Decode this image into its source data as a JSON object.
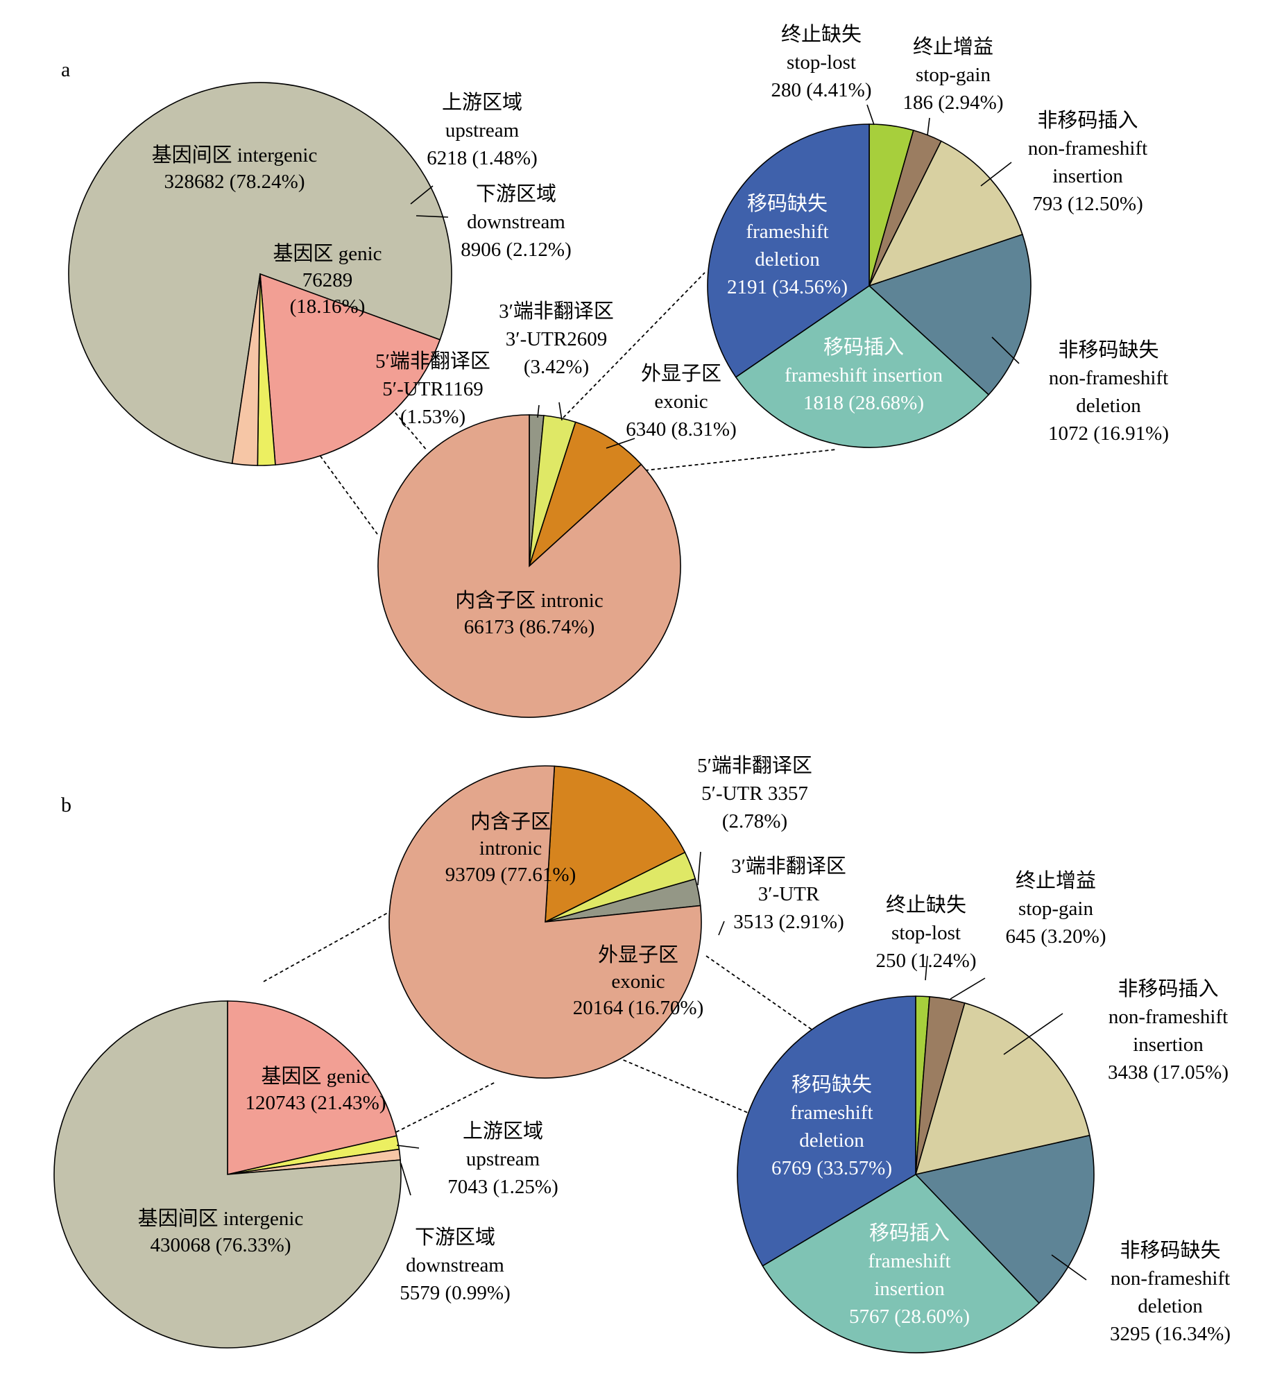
{
  "chart_data": [
    {
      "type": "pie",
      "panel": "a",
      "segments": [
        {
          "label_zh": "基因间区",
          "label_en": "intergenic",
          "value": 328682,
          "pct": "78.24%",
          "color": "#c3c2ac"
        },
        {
          "label_zh": "基因区",
          "label_en": "genic",
          "value": 76289,
          "pct": "18.16%",
          "color": "#f29f94"
        },
        {
          "label_zh": "上游区域",
          "label_en": "upstream",
          "value": 6218,
          "pct": "1.48%",
          "color": "#ecef61"
        },
        {
          "label_zh": "下游区域",
          "label_en": "downstream",
          "value": 8906,
          "pct": "2.12%",
          "color": "#f6c6a6"
        }
      ]
    },
    {
      "type": "pie",
      "panel": "a",
      "segments": [
        {
          "label_zh": "5′端非翻译区",
          "label_en": "5′-UTR1169",
          "value": 1169,
          "pct": "1.53%",
          "color": "#949786"
        },
        {
          "label_zh": "3′端非翻译区",
          "label_en": "3′-UTR2609",
          "value": 2609,
          "pct": "3.42%",
          "color": "#dfe866"
        },
        {
          "label_zh": "外显子区",
          "label_en": "exonic",
          "value": 6340,
          "pct": "8.31%",
          "color": "#d6841e"
        },
        {
          "label_zh": "内含子区",
          "label_en": "intronic",
          "value": 66173,
          "pct": "86.74%",
          "color": "#e3a68c"
        }
      ]
    },
    {
      "type": "pie",
      "panel": "a",
      "segments": [
        {
          "label_zh": "终止缺失",
          "label_en": "stop-lost",
          "value": 280,
          "pct": "4.41%",
          "color": "#a7cf3c"
        },
        {
          "label_zh": "终止增益",
          "label_en": "stop-gain",
          "value": 186,
          "pct": "2.94%",
          "color": "#9b7d61"
        },
        {
          "label_zh": "非移码插入",
          "label_en": "non-frameshift insertion",
          "value": 793,
          "pct": "12.50%",
          "color": "#d8d0a1"
        },
        {
          "label_zh": "非移码缺失",
          "label_en": "non-frameshift deletion",
          "value": 1072,
          "pct": "16.91%",
          "color": "#5e8496"
        },
        {
          "label_zh": "移码插入",
          "label_en": "frameshift insertion",
          "value": 1818,
          "pct": "28.68%",
          "color": "#7fc3b4"
        },
        {
          "label_zh": "移码缺失",
          "label_en": "frameshift deletion",
          "value": 2191,
          "pct": "34.56%",
          "color": "#3f61ab"
        }
      ]
    },
    {
      "type": "pie",
      "panel": "b",
      "segments": [
        {
          "label_zh": "基因区",
          "label_en": "genic",
          "value": 120743,
          "pct": "21.43%",
          "color": "#f29f94"
        },
        {
          "label_zh": "上游区域",
          "label_en": "upstream",
          "value": 7043,
          "pct": "1.25%",
          "color": "#ecef61"
        },
        {
          "label_zh": "下游区域",
          "label_en": "downstream",
          "value": 5579,
          "pct": "0.99%",
          "color": "#f6c6a6"
        },
        {
          "label_zh": "基因间区",
          "label_en": "intergenic",
          "value": 430068,
          "pct": "76.33%",
          "color": "#c3c2ac"
        }
      ]
    },
    {
      "type": "pie",
      "panel": "b",
      "segments": [
        {
          "label_zh": "5′端非翻译区",
          "label_en": "5′-UTR 3357",
          "value": 3357,
          "pct": "2.78%",
          "color": "#949786"
        },
        {
          "label_zh": "3′端非翻译区",
          "label_en": "3′-UTR",
          "value": 3513,
          "pct": "2.91%",
          "color": "#dfe866"
        },
        {
          "label_zh": "外显子区",
          "label_en": "exonic",
          "value": 20164,
          "pct": "16.70%",
          "color": "#d6841e"
        },
        {
          "label_zh": "内含子区",
          "label_en": "intronic",
          "value": 93709,
          "pct": "77.61%",
          "color": "#e3a68c"
        }
      ]
    },
    {
      "type": "pie",
      "panel": "b",
      "segments": [
        {
          "label_zh": "终止缺失",
          "label_en": "stop-lost",
          "value": 250,
          "pct": "1.24%",
          "color": "#a7cf3c"
        },
        {
          "label_zh": "终止增益",
          "label_en": "stop-gain",
          "value": 645,
          "pct": "3.20%",
          "color": "#9b7d61"
        },
        {
          "label_zh": "非移码插入",
          "label_en": "non-frameshift insertion",
          "value": 3438,
          "pct": "17.05%",
          "color": "#d8d0a1"
        },
        {
          "label_zh": "非移码缺失",
          "label_en": "non-frameshift deletion",
          "value": 3295,
          "pct": "16.34%",
          "color": "#5e8496"
        },
        {
          "label_zh": "移码插入",
          "label_en": "frameshift insertion",
          "value": 5767,
          "pct": "28.60%",
          "color": "#7fc3b4"
        },
        {
          "label_zh": "移码缺失",
          "label_en": "frameshift deletion",
          "value": 6769,
          "pct": "33.57%",
          "color": "#3f61ab"
        }
      ]
    }
  ],
  "panels": [
    "a",
    "b"
  ],
  "labels": {
    "a": {
      "intergenic": [
        "基因间区 intergenic",
        "328682 (78.24%)"
      ],
      "genic": [
        "基因区 genic",
        "76289",
        "(18.16%)"
      ],
      "upstream": [
        "上游区域",
        "upstream",
        "6218 (1.48%)"
      ],
      "downstream": [
        "下游区域",
        "downstream",
        "8906 (2.12%)"
      ],
      "utr5": [
        "5′端非翻译区",
        "5′-UTR1169",
        "(1.53%)"
      ],
      "utr3": [
        "3′端非翻译区",
        "3′-UTR2609",
        "(3.42%)"
      ],
      "exonic": [
        "外显子区",
        "exonic",
        "6340 (8.31%)"
      ],
      "intronic": [
        "内含子区 intronic",
        "66173 (86.74%)"
      ],
      "stoplost": [
        "终止缺失",
        "stop-lost",
        "280 (4.41%)"
      ],
      "stopgain": [
        "终止增益",
        "stop-gain",
        "186 (2.94%)"
      ],
      "nfins": [
        "非移码插入",
        "non-frameshift",
        "insertion",
        "793 (12.50%)"
      ],
      "nfdel": [
        "非移码缺失",
        "non-frameshift",
        "deletion",
        "1072 (16.91%)"
      ],
      "fsins": [
        "移码插入",
        "frameshift insertion",
        "1818 (28.68%)"
      ],
      "fsdel": [
        "移码缺失",
        "frameshift",
        "deletion",
        "2191 (34.56%)"
      ]
    },
    "b": {
      "intronic": [
        "内含子区",
        "intronic",
        "93709 (77.61%)"
      ],
      "utr5": [
        "5′端非翻译区",
        "5′-UTR 3357",
        "(2.78%)"
      ],
      "utr3": [
        "3′端非翻译区",
        "3′-UTR",
        "3513 (2.91%)"
      ],
      "exonic": [
        "外显子区",
        "exonic",
        "20164 (16.70%)"
      ],
      "genic": [
        "基因区 genic",
        "120743 (21.43%)"
      ],
      "upstream": [
        "上游区域",
        "upstream",
        "7043 (1.25%)"
      ],
      "downstream": [
        "下游区域",
        "downstream",
        "5579 (0.99%)"
      ],
      "intergenic": [
        "基因间区 intergenic",
        "430068 (76.33%)"
      ],
      "stoplost": [
        "终止缺失",
        "stop-lost",
        "250 (1.24%)"
      ],
      "stopgain": [
        "终止增益",
        "stop-gain",
        "645 (3.20%)"
      ],
      "nfins": [
        "非移码插入",
        "non-frameshift",
        "insertion",
        "3438 (17.05%)"
      ],
      "fsdel": [
        "移码缺失",
        "frameshift",
        "deletion",
        "6769 (33.57%)"
      ],
      "fsins": [
        "移码插入",
        "frameshift",
        "insertion",
        "5767 (28.60%)"
      ],
      "nfdel": [
        "非移码缺失",
        "non-frameshift",
        "deletion",
        "3295 (16.34%)"
      ]
    }
  }
}
